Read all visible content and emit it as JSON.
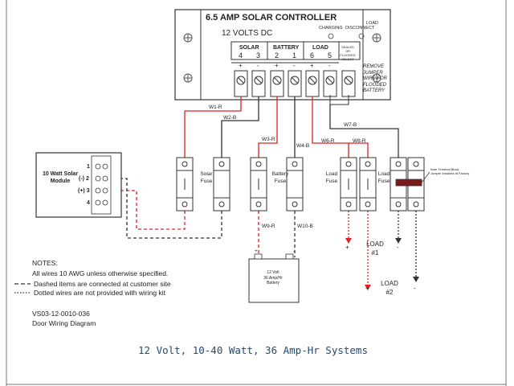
{
  "controller": {
    "title": "6.5 AMP SOLAR CONTROLLER",
    "voltage": "12 VOLTS DC",
    "charging": "CHARGING",
    "load_disconnect_1": "LOAD",
    "load_disconnect_2": "DISCONNECT",
    "groups": [
      {
        "name": "SOLAR",
        "terminals": [
          "4",
          "3"
        ]
      },
      {
        "name": "BATTERY",
        "terminals": [
          "2",
          "1"
        ]
      },
      {
        "name": "LOAD",
        "terminals": [
          "6",
          "5"
        ]
      }
    ],
    "signs": [
      "+",
      "-",
      "+",
      "-",
      "+",
      "-"
    ],
    "sealed_select": [
      "SEALED",
      "OR",
      "FLOODED",
      "SELECT"
    ],
    "remove_jumper": [
      "REMOVE",
      "JUMPER",
      "WIRE FOR",
      "FLOODED",
      "BATTERY"
    ]
  },
  "wires": [
    "W1-R",
    "W2-B",
    "W3-R",
    "W4-B",
    "W6-R",
    "W8-R",
    "W7-B",
    "W9-R",
    "W10-B"
  ],
  "solar_module": {
    "label": "10 Watt Solar Module",
    "pins": [
      "1",
      "(-) 2",
      "(+) 3",
      "4"
    ]
  },
  "fuses": {
    "solar": "Solar Fuse",
    "battery": "Battery Fuse",
    "load_left": "Load Fuse",
    "load_right": "Load Fuse"
  },
  "jumper_note": [
    "Note Terminal Block",
    "Jumper Installed at Factory"
  ],
  "battery": [
    "12 Volt",
    "36 Amp/Hr",
    "Battery"
  ],
  "battery_signs": [
    "+",
    "-"
  ],
  "loads": [
    {
      "label": "LOAD",
      "num": "#1",
      "plus": "+",
      "minus": "-"
    },
    {
      "label": "LOAD",
      "num": "#2",
      "plus": "+",
      "minus": "-"
    }
  ],
  "notes": {
    "heading": "NOTES:",
    "lines": [
      "All wires 10 AWG unless otherwise specified.",
      "Dashed items are connected at customer site",
      "Dotted wires are not provided with wiring kit"
    ],
    "doc_id": "VS03-12-0010-036",
    "doc_name": "Door Wiring Diagram"
  },
  "footer_title": "12 Volt, 10-40 Watt, 36 Amp-Hr Systems",
  "colors": {
    "red_wire": "#e02020",
    "black_wire": "#333333",
    "footer": "#1f4a7a"
  }
}
